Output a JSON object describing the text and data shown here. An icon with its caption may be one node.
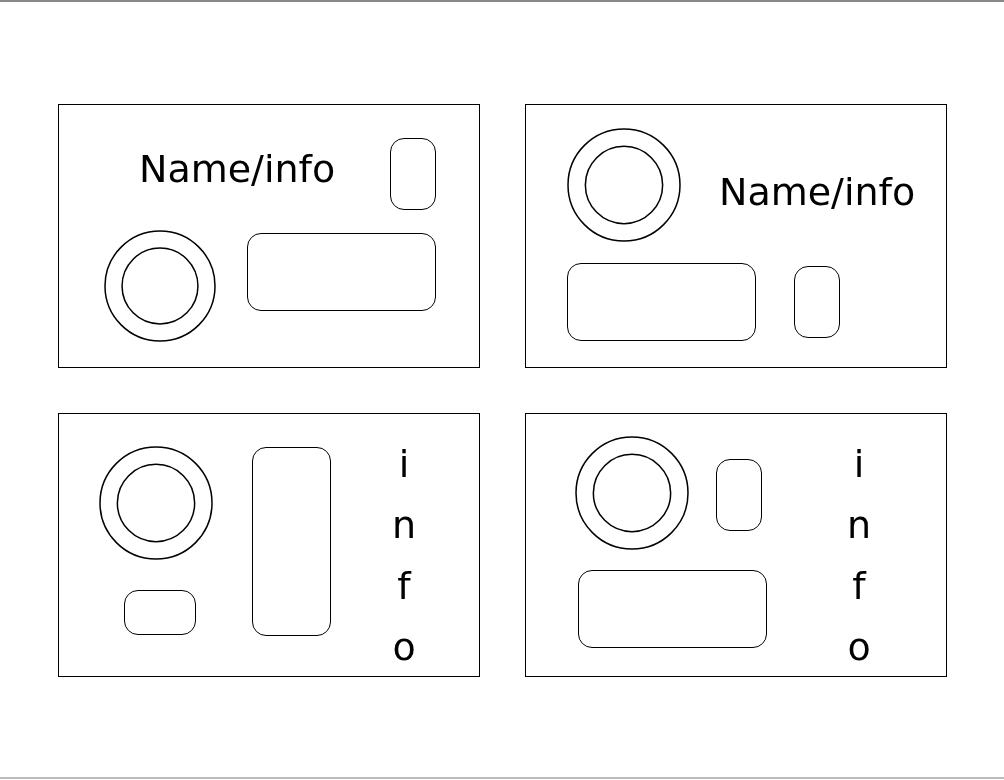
{
  "diagram": {
    "nodes": [
      {
        "text": [
          "Name/info"
        ]
      },
      {
        "text": [],
        "shape": "box",
        "in": 0
      },
      {
        "text": [],
        "shape": "circle",
        "in": 0
      },
      {
        "text": [],
        "shape": "box",
        "in": 0
      },
      {
        "text": [
          "Name/info"
        ]
      },
      {
        "text": [],
        "shape": "circle",
        "in": 4
      },
      {
        "text": [],
        "shape": "box",
        "in": 4
      },
      {
        "text": [],
        "shape": "box",
        "in": 4
      },
      {
        "text": [
          "info"
        ]
      },
      {
        "text": [],
        "shape": "circle",
        "in": 8
      },
      {
        "text": [],
        "shape": "box",
        "in": 8
      },
      {
        "text": [],
        "shape": "box",
        "in": 8
      },
      {
        "text": [
          "info"
        ]
      },
      {
        "text": [],
        "shape": "circle",
        "in": 12
      },
      {
        "text": [],
        "shape": "box",
        "in": 12
      },
      {
        "text": [],
        "shape": "box",
        "in": 12
      }
    ]
  }
}
